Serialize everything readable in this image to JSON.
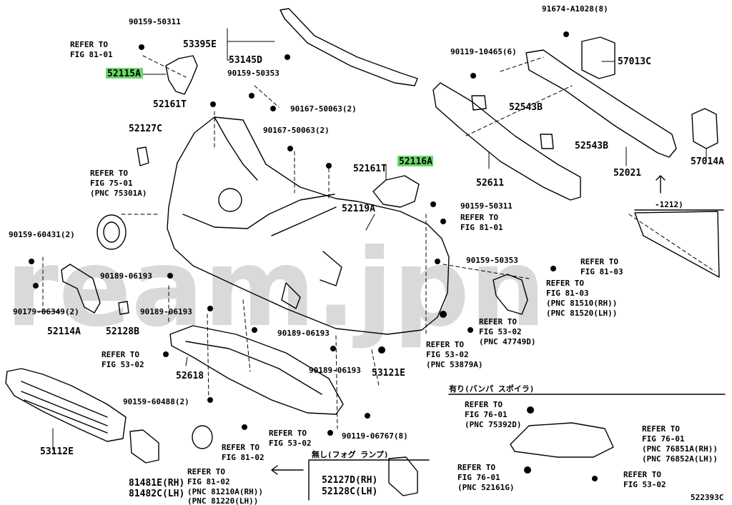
{
  "watermark": "ream.jpn",
  "diagram_id": "522393C",
  "colors": {
    "highlight": "#6bd86b",
    "line": "#000000",
    "watermark": "#d9d9d9"
  },
  "labels": {
    "p_90159_50311_top": "90159-50311",
    "p_53395e": "53395E",
    "p_53145d": "53145D",
    "ref_81_01_top_a": "REFER TO",
    "ref_81_01_top_b": "FIG 81-01",
    "p_52115a": "52115A",
    "p_90159_50353_top": "90159-50353",
    "p_52161t_top": "52161T",
    "p_90167_50063_a": "90167-50063(2)",
    "p_90167_50063_b": "90167-50063(2)",
    "p_52127c": "52127C",
    "ref_75_01_a": "REFER TO",
    "ref_75_01_b": "FIG 75-01",
    "ref_75_01_c": "(PNC 75301A)",
    "p_52161t_mid": "52161T",
    "p_52116a": "52116A",
    "p_52119a": "52119A",
    "p_90159_50311_right": "90159-50311",
    "ref_81_01_right_a": "REFER TO",
    "ref_81_01_right_b": "FIG 81-01",
    "p_90159_60431": "90159-60431(2)",
    "p_90159_50353_right": "90159-50353",
    "ref_81_03_a_a": "REFER TO",
    "ref_81_03_a_b": "FIG 81-03",
    "p_90189_06193_a": "90189-06193",
    "ref_81_03_b_a": "REFER TO",
    "ref_81_03_b_b": "FIG 81-03",
    "ref_81_03_b_c": "(PNC 81510(RH))",
    "ref_81_03_b_d": "(PNC 81520(LH))",
    "p_90179_06349": "90179-06349(2)",
    "p_90189_06193_b": "90189-06193",
    "p_52114a": "52114A",
    "p_52128b": "52128B",
    "p_90189_06193_c": "90189-06193",
    "ref_53_02_a_a": "REFER TO",
    "ref_53_02_a_b": "FIG 53-02",
    "ref_53_02_a_c": "(PNC 47749D)",
    "ref_53_02_b_a": "REFER TO",
    "ref_53_02_b_b": "FIG 53-02",
    "ref_53_02_b_c": "(PNC 53879A)",
    "ref_53_02_c_a": "REFER TO",
    "ref_53_02_c_b": "FIG 53-02",
    "p_52618": "52618",
    "p_90189_06193_d": "90189-06193",
    "p_53121e": "53121E",
    "p_90159_60488": "90159-60488(2)",
    "p_53112e": "53112E",
    "ref_53_02_d_a": "REFER TO",
    "ref_53_02_d_b": "FIG 53-02",
    "p_90119_06767": "90119-06767(8)",
    "ref_81_02_a_a": "REFER TO",
    "ref_81_02_a_b": "FIG 81-02",
    "spoiler_header": "有り(バンパ スポイラ)",
    "nofog_header": "無し(フォグ ランプ)",
    "ref_81_02_b_a": "REFER TO",
    "ref_81_02_b_b": "FIG 81-02",
    "ref_81_02_b_c": "(PNC 81210A(RH))",
    "ref_81_02_b_d": "(PNC 81220(LH))",
    "p_81481e": "81481E(RH)",
    "p_81482c": "81482C(LH)",
    "p_52127d": "52127D(RH)",
    "p_52128c": "52128C(LH)",
    "ref_76_01_a_a": "REFER TO",
    "ref_76_01_a_b": "FIG 76-01",
    "ref_76_01_a_c": "(PNC 75392D)",
    "ref_76_01_b_a": "REFER TO",
    "ref_76_01_b_b": "FIG 76-01",
    "ref_76_01_b_c": "(PNC 76851A(RH))",
    "ref_76_01_b_d": "(PNC 76852A(LH))",
    "ref_76_01_c_a": "REFER TO",
    "ref_76_01_c_b": "FIG 76-01",
    "ref_76_01_c_c": "(PNC 52161G)",
    "ref_53_02_e_a": "REFER TO",
    "ref_53_02_e_b": "FIG 53-02",
    "p_91674": "91674-A1028(8)",
    "p_90119_10465": "90119-10465(6)",
    "p_57013c": "57013C",
    "p_52543b_a": "52543B",
    "p_52543b_b": "52543B",
    "p_57014a": "57014A",
    "p_52611": "52611",
    "p_52021": "52021",
    "p_range": "-1212)"
  }
}
